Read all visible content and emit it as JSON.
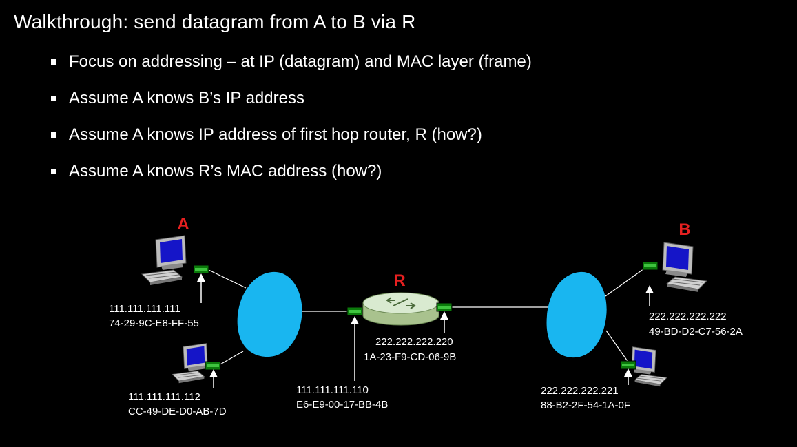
{
  "slide": {
    "title": "Walkthrough: send datagram from A to B via R",
    "bullets": [
      "Focus on addressing – at IP (datagram) and MAC layer (frame)",
      "Assume A knows B’s IP address",
      "Assume A knows IP address of first hop router, R (how?)",
      "Assume A knows R’s MAC address (how?)"
    ]
  },
  "diagram": {
    "labels": {
      "host_a": "A",
      "router": "R",
      "host_b": "B"
    },
    "hosts": {
      "a": {
        "ip": "111.111.111.111",
        "mac": "74-29-9C-E8-FF-55"
      },
      "left_second": {
        "ip": "111.111.111.112",
        "mac": "CC-49-DE-D0-AB-7D"
      },
      "b": {
        "ip": "222.222.222.222",
        "mac": "49-BD-D2-C7-56-2A"
      },
      "right_second": {
        "ip": "222.222.222.221",
        "mac": "88-B2-2F-54-1A-0F"
      }
    },
    "router_interfaces": {
      "left": {
        "ip": "111.111.111.110",
        "mac": "E6-E9-00-17-BB-4B"
      },
      "right": {
        "ip": "222.222.222.220",
        "mac": "1A-23-F9-CD-06-9B"
      }
    },
    "colors": {
      "host_label": "#e62020",
      "subnet_cloud": "#19b6f0",
      "interface_card": "#0b7a0b",
      "monitor_screen": "#1515c8",
      "router_body": "#c9ddb4"
    }
  }
}
